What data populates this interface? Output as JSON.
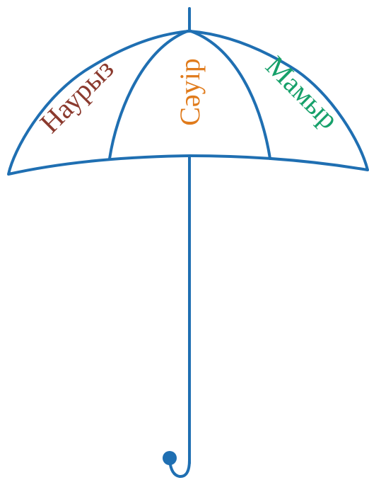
{
  "months": [
    {
      "id": "left",
      "label": "Наурыз",
      "color": "#8b3a2e"
    },
    {
      "id": "center",
      "label": "Сәуір",
      "color": "#e07b1c"
    },
    {
      "id": "right",
      "label": "Мамыр",
      "color": "#16a06a"
    }
  ],
  "colors": {
    "umbrella_stroke": "#1f6fb2"
  }
}
